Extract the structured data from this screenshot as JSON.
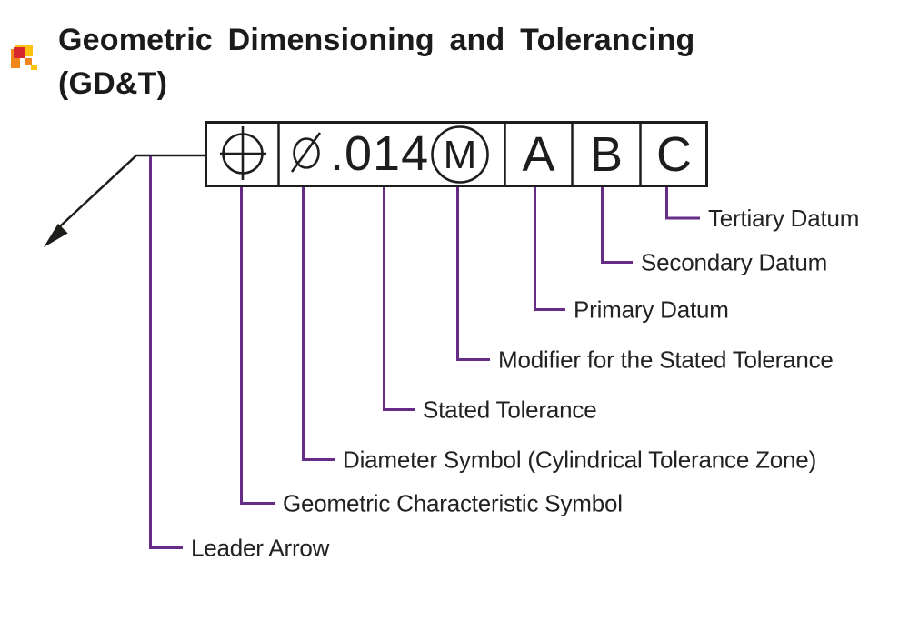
{
  "colors": {
    "ink": "#1d1d1b",
    "label_text": "#222222",
    "callout_purple": "#662d87",
    "logo_yellow": "#ffc20e",
    "logo_orange": "#f0861c",
    "logo_red": "#d6282e"
  },
  "header": {
    "title_line1": "Geometric Dimensioning and Tolerancing",
    "title_line2": "(GD&T)"
  },
  "icons": {
    "logo": "brand-pixel-mark",
    "geometric_characteristic": "position-symbol",
    "diameter": "diameter-phi-symbol",
    "modifier": "circled-m-symbol",
    "leader": "leader-arrow"
  },
  "frame": {
    "stated_tolerance": ".014",
    "modifier_letter": "M",
    "primary_datum": "A",
    "secondary_datum": "B",
    "tertiary_datum": "C"
  },
  "callouts": [
    {
      "label": "Tertiary Datum"
    },
    {
      "label": "Secondary Datum"
    },
    {
      "label": "Primary Datum"
    },
    {
      "label": "Modifier for the Stated Tolerance"
    },
    {
      "label": "Stated Tolerance"
    },
    {
      "label": "Diameter Symbol (Cylindrical Tolerance Zone)"
    },
    {
      "label": "Geometric Characteristic Symbol"
    },
    {
      "label": "Leader Arrow"
    }
  ]
}
